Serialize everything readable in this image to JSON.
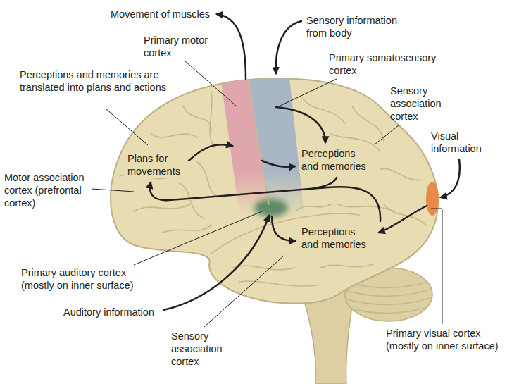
{
  "diagram": {
    "labels": [
      "Movement of muscles",
      "Sensory information from body",
      "Primary motor cortex",
      "Primary somatosensory cortex",
      "Perceptions and memories are translated into plans and actions",
      "Sensory association cortex",
      "Visual information",
      "Plans for movements",
      "Perceptions and memories",
      "Motor association cortex (prefrontal cortex)",
      "Perceptions and memories",
      "Primary auditory cortex (mostly on inner surface)",
      "Auditory information",
      "Sensory association cortex",
      "Primary visual cortex (mostly on inner surface)"
    ]
  }
}
